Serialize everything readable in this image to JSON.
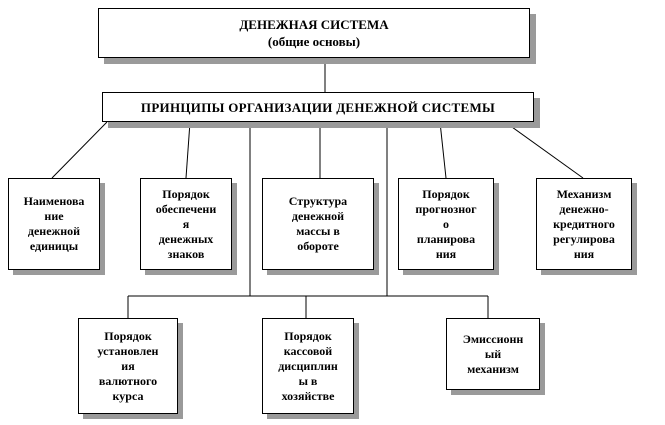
{
  "title": {
    "line1": "ДЕНЕЖНАЯ СИСТЕМА",
    "line2": "(общие основы)"
  },
  "principles": "ПРИНЦИПЫ ОРГАНИЗАЦИИ ДЕНЕЖНОЙ СИСТЕМЫ",
  "top_row": [
    {
      "lines": [
        "Наименова",
        "ние",
        "денежной",
        "единицы"
      ]
    },
    {
      "lines": [
        "Порядок",
        "обеспечени",
        "я",
        "денежных",
        "знаков"
      ]
    },
    {
      "lines": [
        "Структура",
        "денежной",
        "массы в",
        "обороте"
      ]
    },
    {
      "lines": [
        "Порядок",
        "прогнозног",
        "о",
        "планирова",
        "ния"
      ]
    },
    {
      "lines": [
        "Механизм",
        "денежно-",
        "кредитного",
        "регулирова",
        "ния"
      ]
    }
  ],
  "bottom_row": [
    {
      "lines": [
        "Порядок",
        "установлен",
        "ия",
        "валютного",
        "курса"
      ]
    },
    {
      "lines": [
        "Порядок",
        "кассовой",
        "дисциплин",
        "ы в",
        "хозяйстве"
      ]
    },
    {
      "lines": [
        "Эмиссионн",
        "ый",
        "механизм"
      ]
    }
  ]
}
